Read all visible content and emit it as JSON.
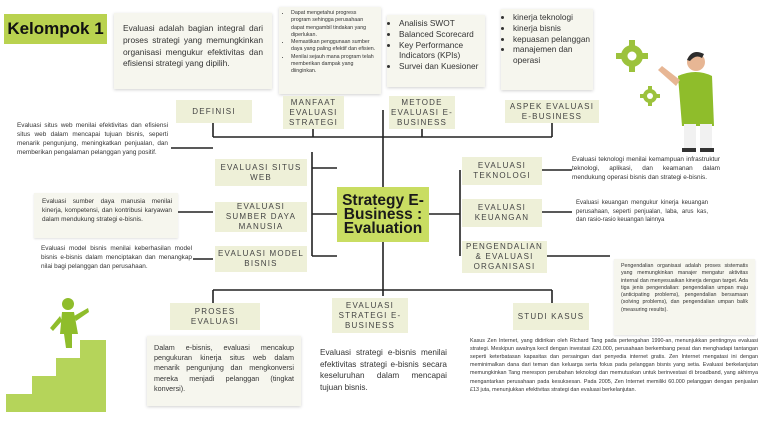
{
  "title": "Kelompok 1",
  "center": "Strategy E-Business : Evaluation",
  "intro_text": "Evaluasi adalah bagian integral dari proses strategi yang memungkinkan organisasi mengukur efektivitas dan efisiensi strategi yang dipilih.",
  "manfaat_list": [
    "Dapat mengetahui progress program sehingga perusahaan dapat mengambil tindakan yang diperlukan.",
    "Memastikan penggunaan sumber daya yang paling efektif dan efisien.",
    "Menilai sejauh mana program telah memberikan dampak yang diinginkan."
  ],
  "metode_list": [
    "Analisis SWOT",
    "Balanced Scorecard",
    "Key Performance Indicators (KPIs)",
    "Survei dan Kuesioner"
  ],
  "aspek_list": [
    "kinerja teknologi",
    "kinerja bisnis",
    "kepuasan pelanggan",
    "manajemen dan operasi"
  ],
  "nodes": {
    "definisi": "DEFINISI",
    "manfaat": "MANFAAT EVALUASI STRATEGI",
    "metode": "METODE EVALUASI E-BUSINESS",
    "aspek": "ASPEK EVALUASI E-BUSINESS",
    "situs": "EVALUASI SITUS WEB",
    "sdm": "EVALUASI SUMBER DAYA MANUSIA",
    "model": "EVALUASI MODEL BISNIS",
    "teknologi": "EVALUASI TEKNOLOGI",
    "keuangan": "EVALUASI KEUANGAN",
    "pengendalian": "PENGENDALIAN & EVALUASI ORGANISASI",
    "proses": "PROSES EVALUASI",
    "strategi": "EVALUASI STRATEGI E-BUSINESS",
    "studi": "STUDI KASUS"
  },
  "texts": {
    "situs": "Evaluasi situs web menilai efektivitas dan efisiensi situs web dalam mencapai tujuan bisnis, seperti menarik pengunjung, meningkatkan penjualan, dan memberikan pengalaman pelanggan yang positif.",
    "sdm": "Evaluasi sumber daya manusia menilai kinerja, kompetensi, dan kontribusi karyawan dalam mendukung strategi e-bisnis.",
    "model": "Evaluasi model bisnis menilai keberhasilan model bisnis e-bisnis dalam menciptakan dan menangkap nilai bagi pelanggan dan perusahaan.",
    "teknologi": "Evaluasi teknologi menilai kemampuan infrastruktur teknologi, aplikasi, dan keamanan dalam mendukung operasi bisnis dan strategi e-bisnis.",
    "keuangan": "Evaluasi keuangan mengukur kinerja keuangan perusahaan, seperti penjualan, laba, arus kas, dan rasio-rasio keuangan lainnya",
    "pengendalian": "Pengendalian organisasi adalah proses sistematis yang memungkinkan manajer mengatur aktivitas internal dan menyesuaikan kinerja dengan target. Ada tiga jenis pengendalian: pengendalian umpan maju (anticipating problems), pengendalian bersamaan (solving problems), dan pengendalian umpan balik (measuring results).",
    "proses": "Dalam e-bisnis, evaluasi mencakup pengukuran kinerja situs web dalam menarik pengunjung dan mengkonversi mereka menjadi pelanggan (tingkat konversi).",
    "strategi": "Evaluasi strategi e-bisnis menilai efektivitas strategi e-bisnis secara keseluruhan dalam mencapai tujuan bisnis.",
    "studi": "Kasus Zen Internet, yang didirikan oleh Richard Tang pada pertengahan 1990-an, menunjukkan pentingnya evaluasi strategi. Meskipun awalnya kecil dengan investasi £20.000, perusahaan berkembang pesat dan menghadapi tantangan seperti keterbatasan kapasitas dan persaingan dari penyedia internet gratis. Zen Internet mengatasi ini dengan meminimalkan dana dari teman dan keluarga serta fokus pada pelanggan bisnis yang setia. Evaluasi berkelanjutan memungkinkan Tang merespon perubahan teknologi dan memutuskan untuk berinvestasi di broadband, yang akhirnya mengantarkan perusahaan pada kesuksesan. Pada 2005, Zen Internet memiliki 60.000 pelanggan dengan penjualan £13 juta, menunjukkan efektivitas strategi dan evaluasi berkelanjutan."
  },
  "colors": {
    "accent": "#b9d24f",
    "center": "#c9dd62",
    "node_bg": "#eef0d8",
    "card_bg": "#f6f6ee",
    "line": "#222222"
  }
}
